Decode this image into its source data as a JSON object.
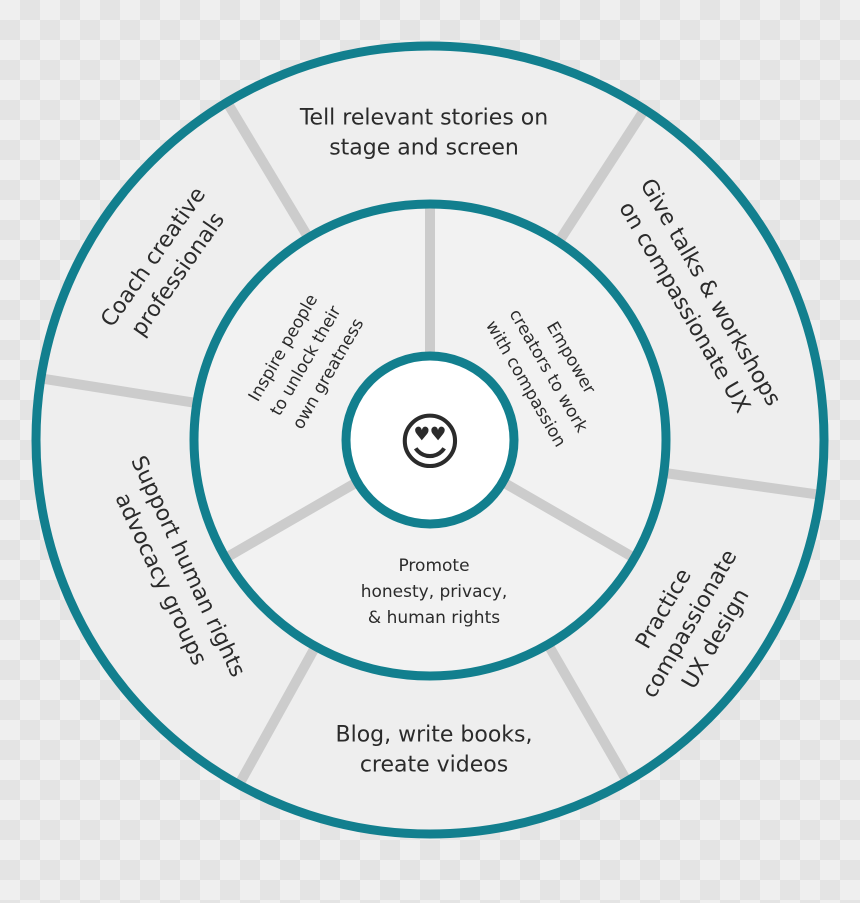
{
  "colors": {
    "ring": "#127f8e",
    "spoke": "#cccccc",
    "disc_outer": "#eeeeee",
    "disc_inner": "#f2f2f2",
    "text": "#2b2b2b"
  },
  "center": {
    "emoji": "😍",
    "icon": "heart-eyes-emoji-icon"
  },
  "inner_goals": [
    {
      "lines": [
        "Inspire people",
        "to unlock their",
        "own greatness"
      ]
    },
    {
      "lines": [
        "Empower",
        "creators to work",
        "with compassion"
      ]
    },
    {
      "lines": [
        "Promote",
        "honesty, privacy,",
        "& human rights"
      ]
    }
  ],
  "outer_activities": [
    {
      "lines": [
        "Tell relevant stories on",
        "stage and screen"
      ]
    },
    {
      "lines": [
        "Give talks & workshops",
        "on compassionate UX"
      ]
    },
    {
      "lines": [
        "Practice",
        "compassionate",
        "UX design"
      ]
    },
    {
      "lines": [
        "Blog, write books,",
        "create videos"
      ]
    },
    {
      "lines": [
        "Support human rights",
        "advocacy groups"
      ]
    },
    {
      "lines": [
        "Coach creative",
        "professionals"
      ]
    }
  ]
}
